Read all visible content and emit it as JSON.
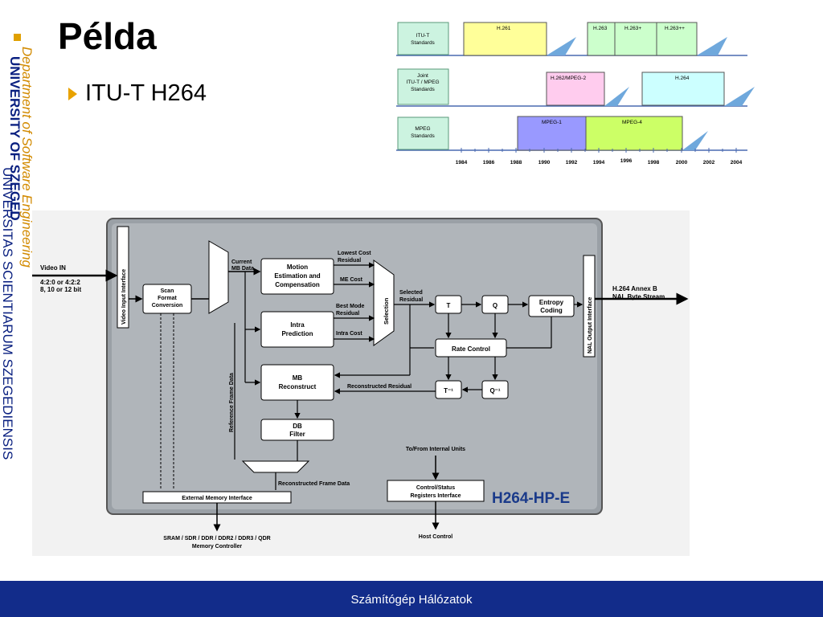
{
  "slide": {
    "title": "Példa",
    "bullet": "ITU-T H264",
    "footer": "Számítógép Hálózatok"
  },
  "sidebar": {
    "script_text": "Department of Software Engineering",
    "bold_text": "UNIVERSITY OF SZEGED",
    "regular_text": "UNIVERSITAS SCIENTIARUM SZEGEDIENSIS"
  },
  "timeline": {
    "rows": [
      {
        "label": [
          "ITU-T",
          "Standards"
        ],
        "bars": [
          "H.261",
          "H.263",
          "H.263+",
          "H.263++"
        ]
      },
      {
        "label": [
          "Joint",
          "ITU-T / MPEG",
          "Standards"
        ],
        "bars": [
          "H.262/MPEG-2",
          "H.264"
        ]
      },
      {
        "label": [
          "MPEG",
          "Standards"
        ],
        "bars": [
          "MPEG-1",
          "MPEG-4"
        ]
      }
    ],
    "years": [
      "1984",
      "1986",
      "1988",
      "1990",
      "1992",
      "1994",
      "1996",
      "1998",
      "2000",
      "2002",
      "2004"
    ]
  },
  "diagram": {
    "left_inputs": [
      "Video IN",
      "4:2:0 or 4:2:2",
      "8, 10 or 12 bit"
    ],
    "video_input_interface": "Video Input Interface",
    "scan": [
      "Scan",
      "Format",
      "Conversion"
    ],
    "current_mb": [
      "Current",
      "MB Data"
    ],
    "motion": [
      "Motion",
      "Estimation and",
      "Compensation"
    ],
    "intra": [
      "Intra",
      "Prediction"
    ],
    "mb_reconstruct": [
      "MB",
      "Reconstruct"
    ],
    "db_filter": [
      "DB",
      "Filter"
    ],
    "lowest_cost": [
      "Lowest Cost",
      "Residual"
    ],
    "me_cost": "ME Cost",
    "best_mode": [
      "Best Mode",
      "Residual"
    ],
    "intra_cost": "Intra Cost",
    "selection": "Selection",
    "selected_residual": [
      "Selected",
      "Residual"
    ],
    "t": "T",
    "q": "Q",
    "entropy": [
      "Entropy",
      "Coding"
    ],
    "rate_control": "Rate Control",
    "t_inv": "T⁻¹",
    "q_inv": "Q⁻¹",
    "reconstructed_residual": "Reconstructed Residual",
    "reference_frame": "Reference Frame Data",
    "nal_interface": "NAL Output Interface",
    "output": [
      "H.264 Annex B",
      "NAL Byte Stream"
    ],
    "to_from": "To/From Internal Units",
    "reconstructed_frame": "Reconstructed Frame Data",
    "control_status": [
      "Control/Status",
      "Registers Interface"
    ],
    "ext_mem": "External Memory Interface",
    "brand": "H264-HP-E",
    "sram": [
      "SRAM / SDR / DDR / DDR2 / DDR3 / QDR",
      "Memory Controller"
    ],
    "host_control": "Host Control"
  }
}
